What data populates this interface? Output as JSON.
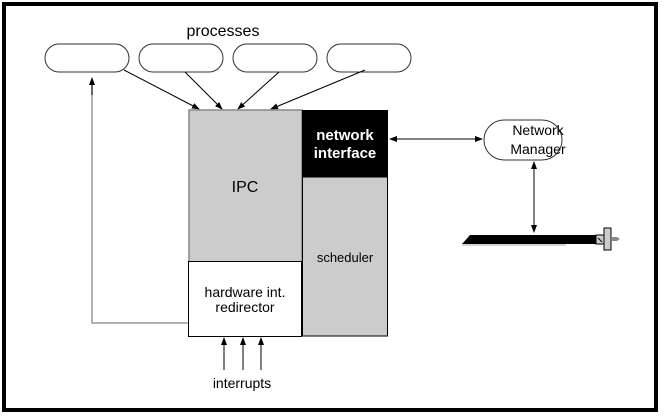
{
  "diagram": {
    "title_label": "processes",
    "process_count": 4,
    "blocks": {
      "ipc": "IPC",
      "network_interface_line1": "network",
      "network_interface_line2": "interface",
      "scheduler": "scheduler",
      "hw_redirector_line1": "hardware int.",
      "hw_redirector_line2": "redirector"
    },
    "network_manager_line1": "Network",
    "network_manager_line2": "Manager",
    "interrupts_label": "interrupts",
    "colors": {
      "gray_block": "#cccccc",
      "black_block": "#000000",
      "line": "#000000",
      "feedback_line": "#999999"
    }
  }
}
